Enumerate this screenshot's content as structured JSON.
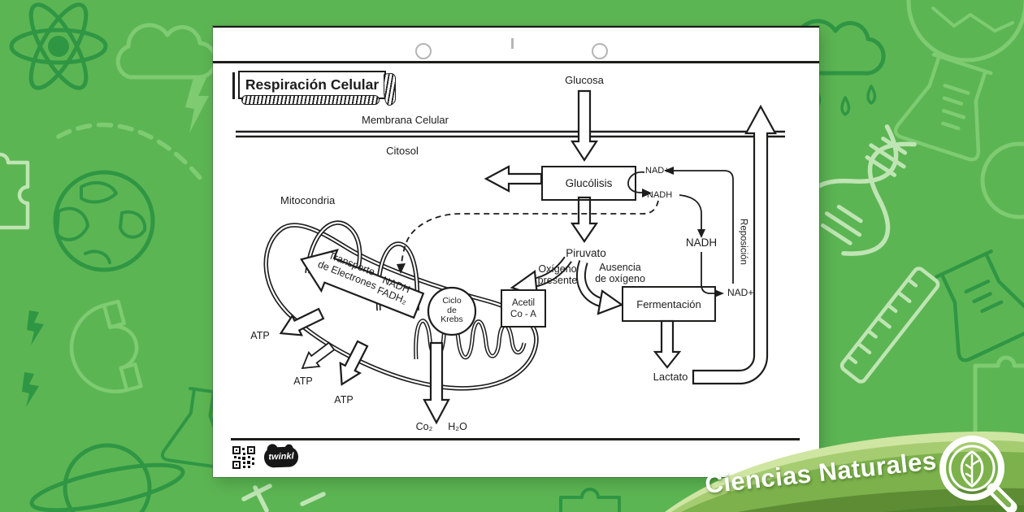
{
  "worksheet": {
    "title": "Respiración Celular",
    "cell": {
      "glucose": "Glucosa",
      "membrane": "Membrana Celular",
      "cytosol": "Citosol"
    },
    "glycolysis": {
      "label": "Glucólisis",
      "nad_plus": "NAD+",
      "nadh": "NADH"
    },
    "shuttle": {
      "nadh": "NADH",
      "nad_plus": "NAD+",
      "replenish": "Reposición"
    },
    "pyruvate": {
      "label": "Piruvato",
      "with_oxygen": [
        "Oxígeno",
        "presente"
      ],
      "without_oxygen": [
        "Ausencia",
        "de oxígeno"
      ]
    },
    "fermentation": {
      "label": "Fermentación",
      "product": "Lactato"
    },
    "mitochondrion": {
      "label": "Mitocondria",
      "electron_transport": [
        "Transporte",
        "de Electrones"
      ],
      "carriers": [
        "NADH",
        "FADH₂"
      ],
      "krebs": [
        "Ciclo",
        "de",
        "Krebs"
      ],
      "acetyl": [
        "Acetil",
        "Co - A"
      ],
      "atp": "ATP",
      "outputs": [
        "Co₂",
        "H₂O"
      ]
    },
    "footer": {
      "logo": "twinkl"
    }
  },
  "banner": {
    "label": "Ciencias Naturales"
  },
  "colors": {
    "background": "#5cb553",
    "doodle_dark": "#2f9644",
    "doodle_light": "#7ecb72",
    "doodle_pale": "#bfe5b4",
    "ink": "#1d1d1b",
    "banner_pale": "#cfe5a2",
    "banner_light": "#a6cc71",
    "banner_main": "#7cb14c",
    "banner_dark": "#5d8c35"
  }
}
